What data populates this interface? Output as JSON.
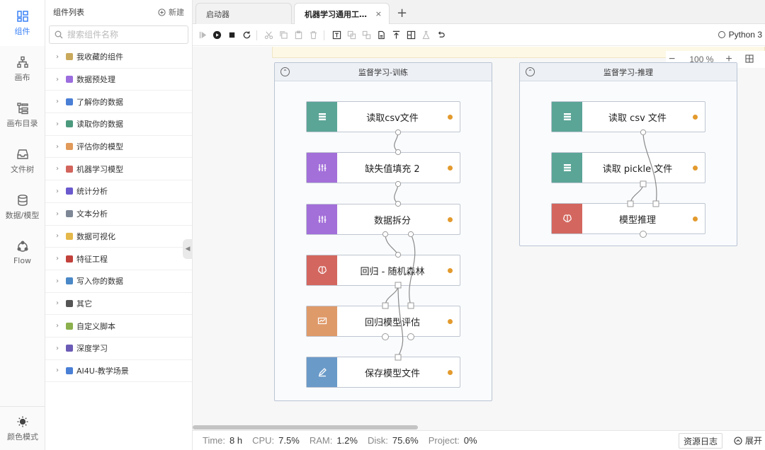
{
  "rail": {
    "items": [
      {
        "label": "组件",
        "icon": "components-icon",
        "active": true
      },
      {
        "label": "画布",
        "icon": "canvas-icon"
      },
      {
        "label": "画布目录",
        "icon": "canvas-tree-icon"
      },
      {
        "label": "文件树",
        "icon": "inbox-icon"
      },
      {
        "label": "数据/模型",
        "icon": "database-icon"
      },
      {
        "label": "Flow",
        "icon": "flow-icon"
      }
    ],
    "theme_label": "颜色模式"
  },
  "panel": {
    "title": "组件列表",
    "new_label": "新建",
    "search_placeholder": "搜索组件名称",
    "categories": [
      {
        "label": "我收藏的组件",
        "color": "#c9a95c"
      },
      {
        "label": "数据预处理",
        "color": "#9b6dde"
      },
      {
        "label": "了解你的数据",
        "color": "#4a7fd6"
      },
      {
        "label": "读取你的数据",
        "color": "#4c9a7e"
      },
      {
        "label": "评估你的模型",
        "color": "#e19a5a"
      },
      {
        "label": "机器学习模型",
        "color": "#d2645c"
      },
      {
        "label": "统计分析",
        "color": "#6a5acd"
      },
      {
        "label": "文本分析",
        "color": "#7d8796"
      },
      {
        "label": "数据可视化",
        "color": "#e4b84a"
      },
      {
        "label": "特征工程",
        "color": "#c2413b"
      },
      {
        "label": "写入你的数据",
        "color": "#4a88c7"
      },
      {
        "label": "其它",
        "color": "#555555"
      },
      {
        "label": "自定义脚本",
        "color": "#8bb04d"
      },
      {
        "label": "深度学习",
        "color": "#6b5bb6"
      },
      {
        "label": "AI4U-教学场景",
        "color": "#4a7fd6"
      }
    ]
  },
  "tabs": [
    {
      "label": "启动器",
      "active": false
    },
    {
      "label": "机器学习通用工…",
      "active": true
    }
  ],
  "toolbar": {
    "kernel": "Python 3"
  },
  "canvas": {
    "zoom": "100 %",
    "groups": [
      {
        "title": "监督学习-训练",
        "nodes": [
          {
            "label": "读取csv文件",
            "color": "#5ba597",
            "icon": "table-icon"
          },
          {
            "label": "缺失值填充 2",
            "color": "#a36fd9",
            "icon": "sliders-icon"
          },
          {
            "label": "数据拆分",
            "color": "#a36fd9",
            "icon": "sliders-icon"
          },
          {
            "label": "回归 - 随机森林",
            "color": "#d3675f",
            "icon": "brain-icon"
          },
          {
            "label": "回归模型评估",
            "color": "#df9a6a",
            "icon": "monitor-icon"
          },
          {
            "label": "保存模型文件",
            "color": "#6a9ac8",
            "icon": "pen-icon"
          }
        ]
      },
      {
        "title": "监督学习-推理",
        "nodes": [
          {
            "label": "读取 csv 文件",
            "color": "#5ba597",
            "icon": "table-icon"
          },
          {
            "label": "读取 pickle 文件",
            "color": "#5ba597",
            "icon": "table-icon"
          },
          {
            "label": "模型推理",
            "color": "#d3675f",
            "icon": "brain-icon"
          }
        ]
      }
    ]
  },
  "status": {
    "time_label": "Time:",
    "time": "8 h",
    "cpu_label": "CPU:",
    "cpu": "7.5%",
    "ram_label": "RAM:",
    "ram": "1.2%",
    "disk_label": "Disk:",
    "disk": "75.6%",
    "project_label": "Project:",
    "project": "0%",
    "log_label": "资源日志",
    "expand_label": "展开"
  }
}
